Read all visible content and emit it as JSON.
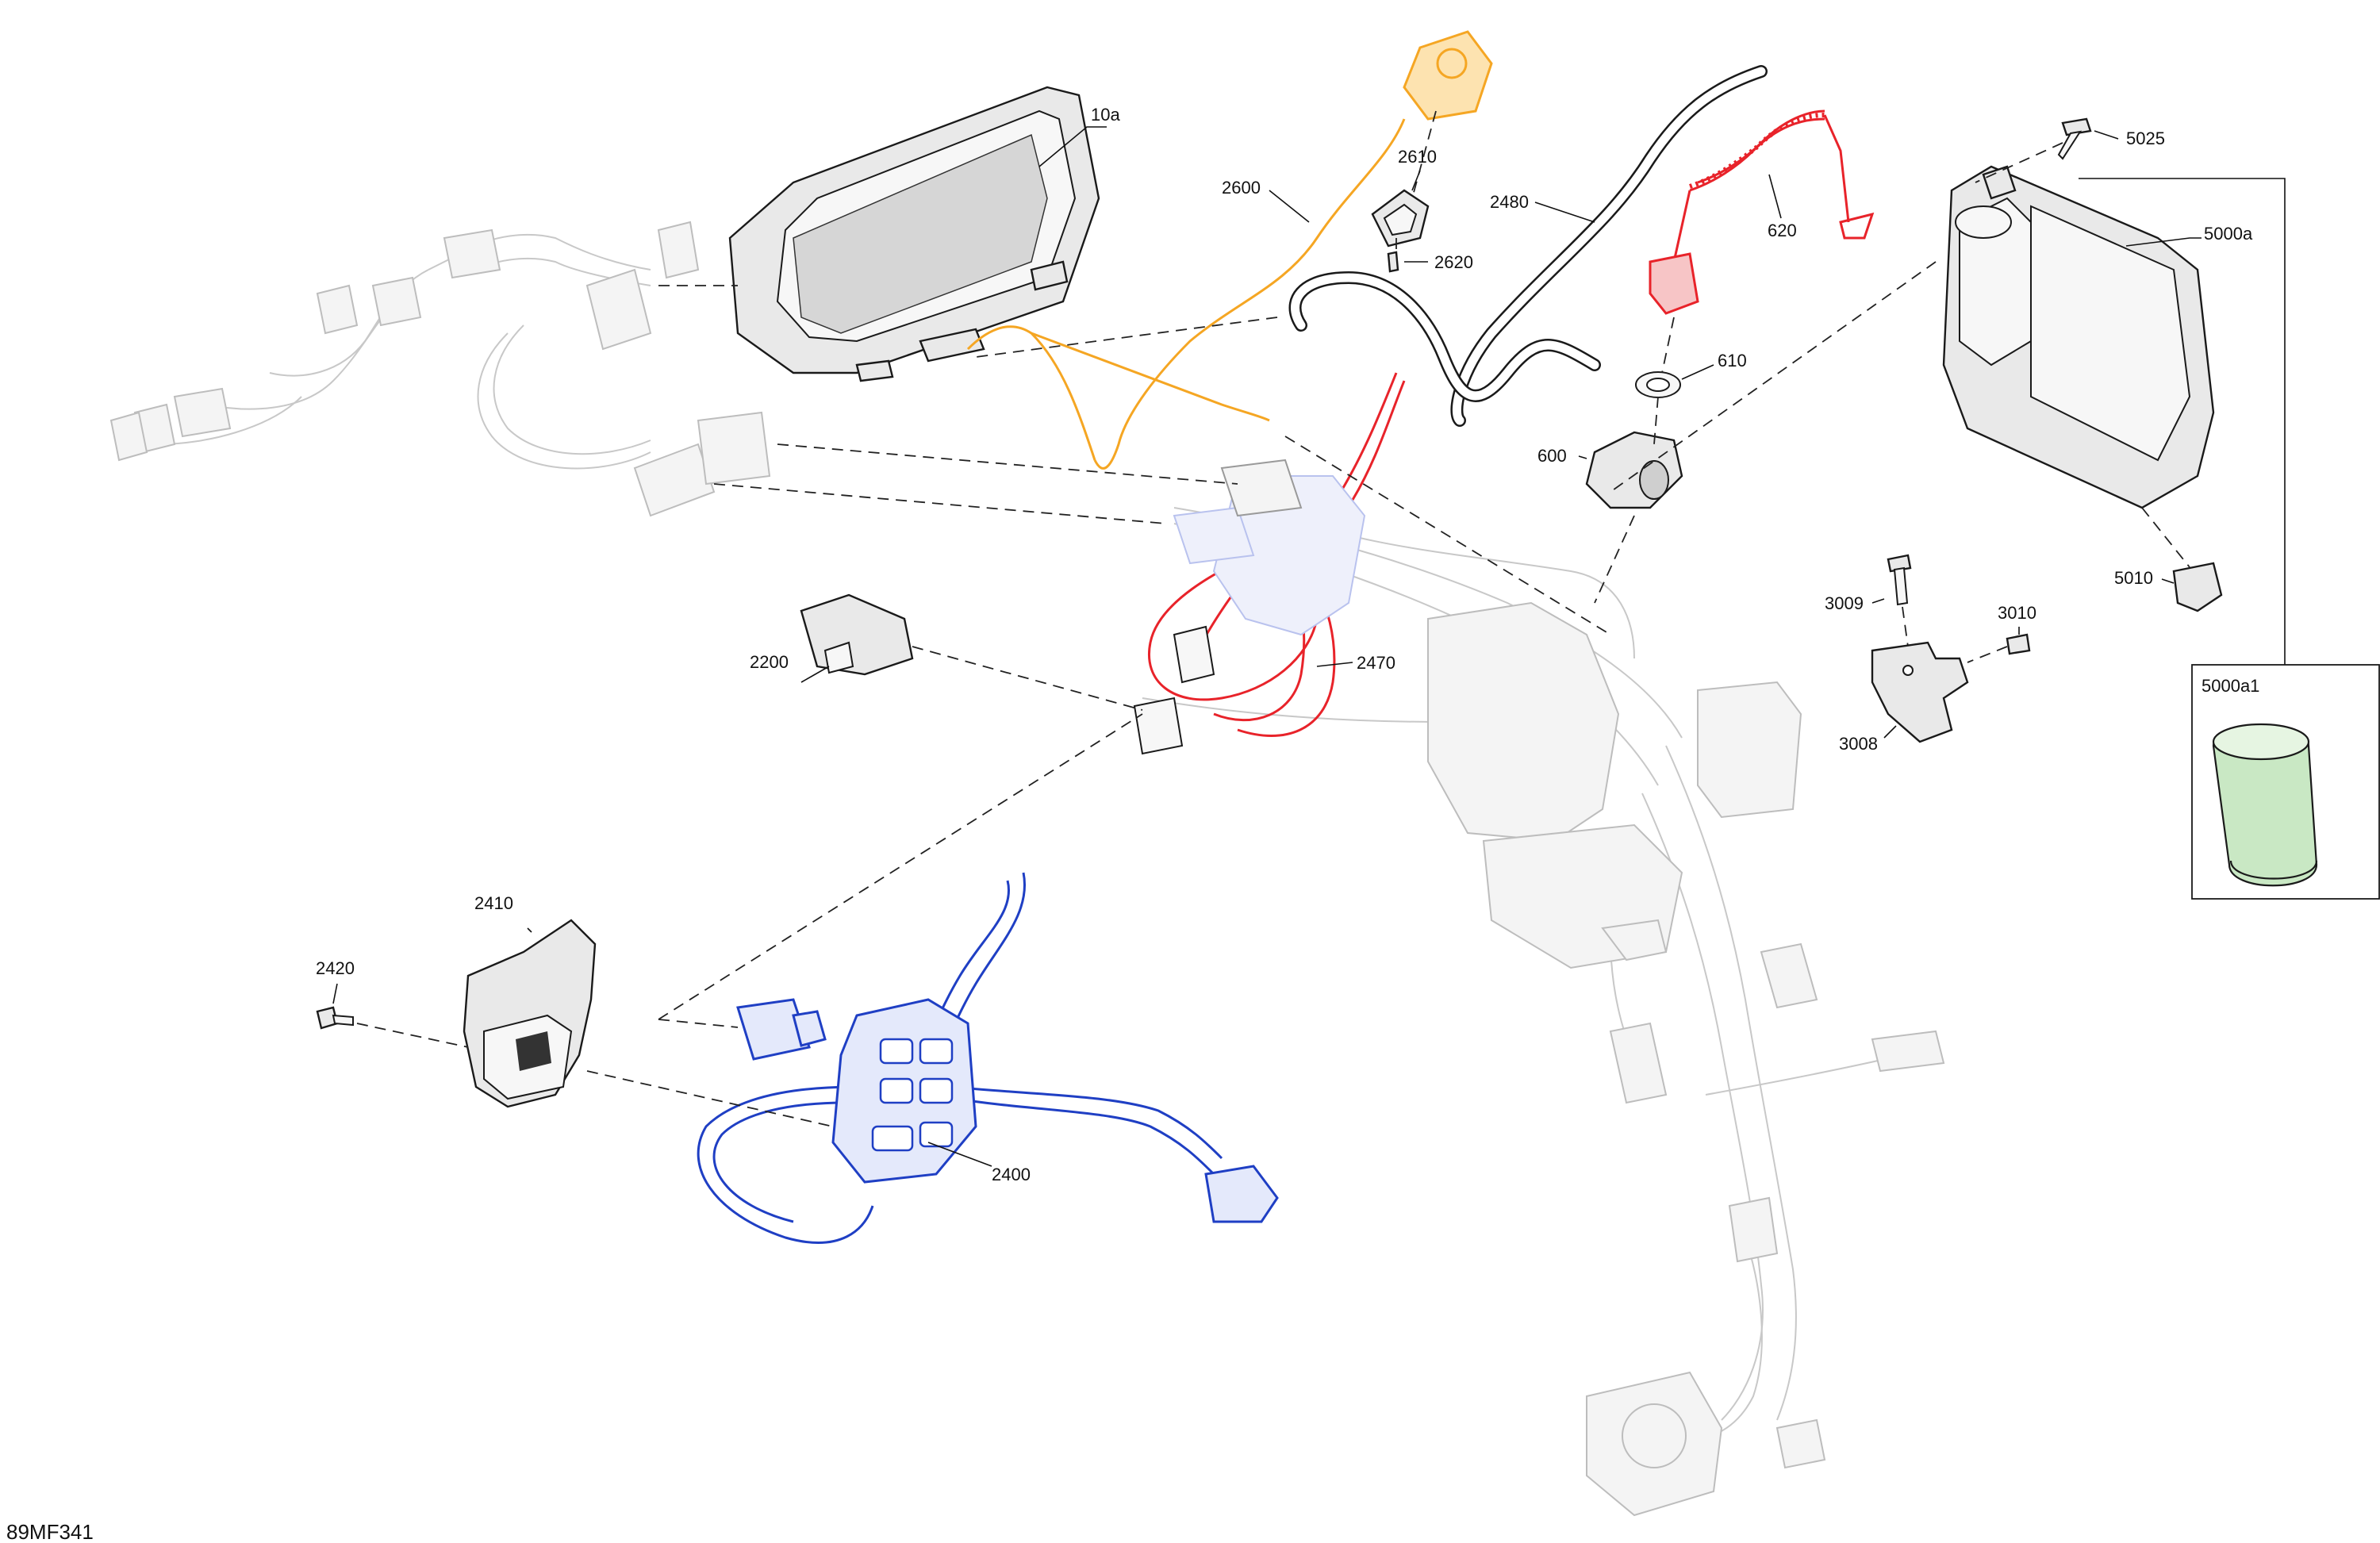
{
  "diagram_code": "89MF341",
  "colors": {
    "highlight_orange": "#f5a623",
    "highlight_red": "#e8232a",
    "highlight_blue": "#1f3fc4",
    "ghost_gray": "#c8c8c8",
    "filter_green": "#c9e8c4"
  },
  "callouts": {
    "c10a": "10a",
    "c2600": "2600",
    "c2610": "2610",
    "c2620": "2620",
    "c2480": "2480",
    "c620": "620",
    "c610": "610",
    "c600": "600",
    "c5025": "5025",
    "c5000a": "5000a",
    "c5010": "5010",
    "c5000a1": "5000a1",
    "c3009": "3009",
    "c3010": "3010",
    "c3008": "3008",
    "c2200": "2200",
    "c2470": "2470",
    "c2410": "2410",
    "c2420": "2420",
    "c2400": "2400"
  }
}
